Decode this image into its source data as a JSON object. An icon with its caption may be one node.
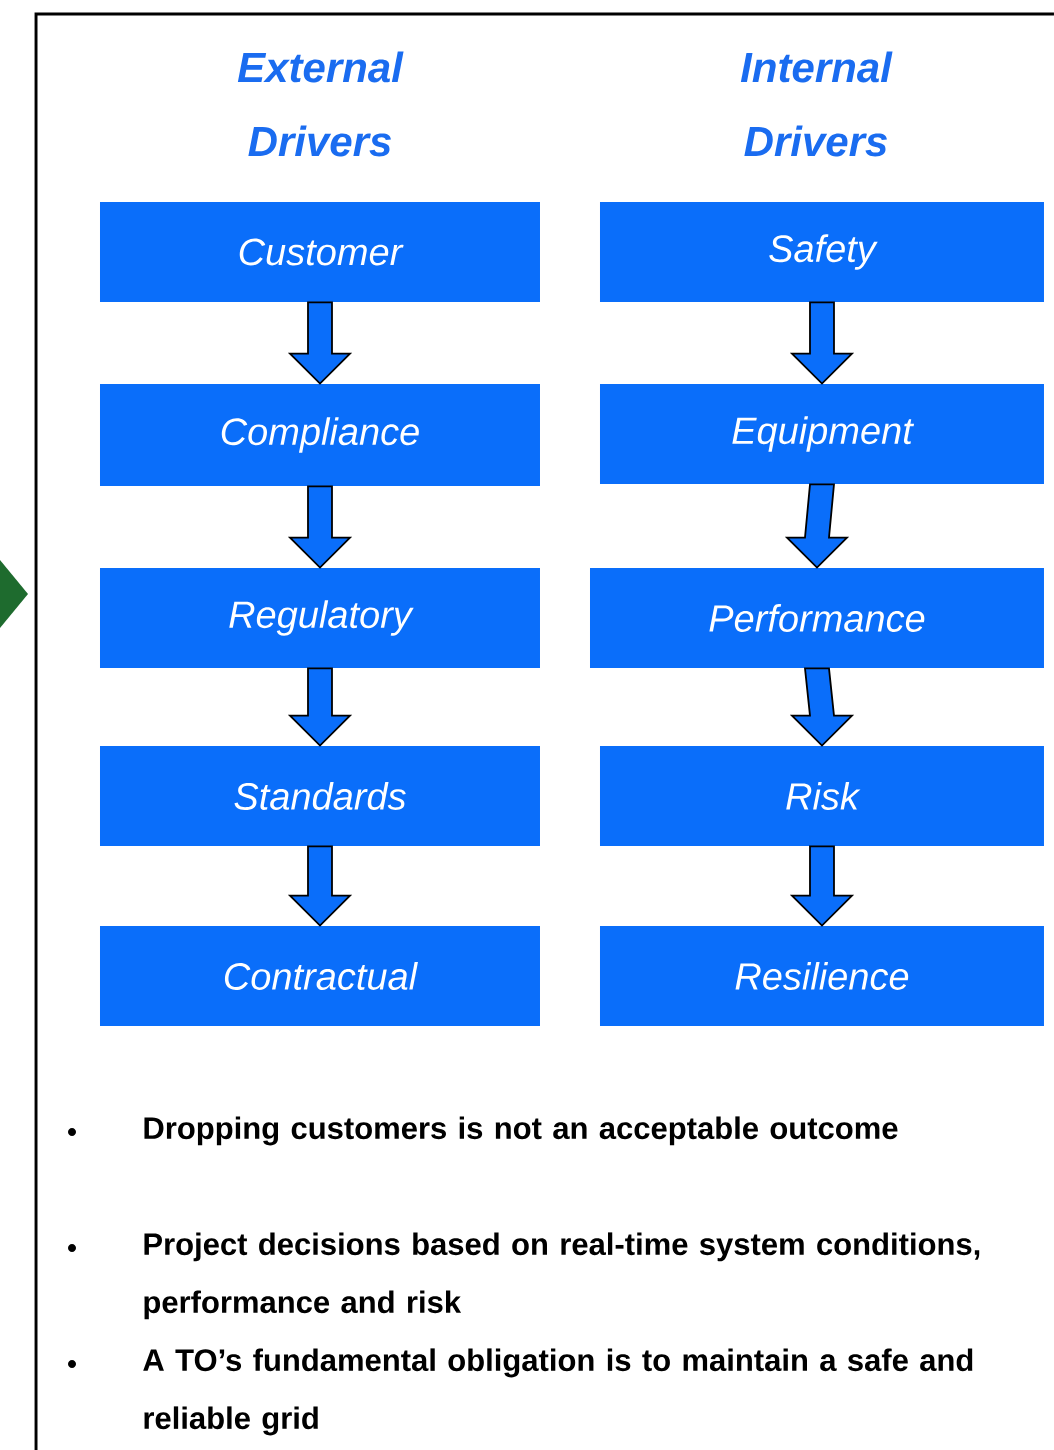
{
  "diagram": {
    "nodes": [
      {
        "text": [
          "Customer"
        ]
      },
      {
        "text": [
          "Compliance"
        ]
      },
      {
        "text": [
          "Regulatory"
        ]
      },
      {
        "text": [
          "Standards"
        ]
      },
      {
        "text": [
          "Contractual"
        ]
      },
      {
        "text": [
          "Safety"
        ]
      },
      {
        "text": [
          "Equipment"
        ]
      },
      {
        "text": [
          "Performance"
        ]
      },
      {
        "text": [
          "Risk"
        ]
      },
      {
        "text": [
          "Resilience"
        ]
      }
    ],
    "edges": [
      {
        "from": 0,
        "to": 1,
        "arrow": "to"
      },
      {
        "from": 1,
        "to": 2,
        "arrow": "to"
      },
      {
        "from": 2,
        "to": 3,
        "arrow": "to"
      },
      {
        "from": 3,
        "to": 4,
        "arrow": "to"
      },
      {
        "from": 5,
        "to": 6,
        "arrow": "to"
      },
      {
        "from": 6,
        "to": 7,
        "arrow": "to"
      },
      {
        "from": 7,
        "to": 8,
        "arrow": "to"
      },
      {
        "from": 8,
        "to": 9,
        "arrow": "to"
      }
    ],
    "labels": [
      "External Drivers",
      "Internal Drivers",
      "Dropping customers is not an acceptable outcome",
      "Project decisions based on real-time system conditions, performance and risk",
      "A TO’s fundamental obligation is to maintain a safe and reliable grid"
    ]
  }
}
